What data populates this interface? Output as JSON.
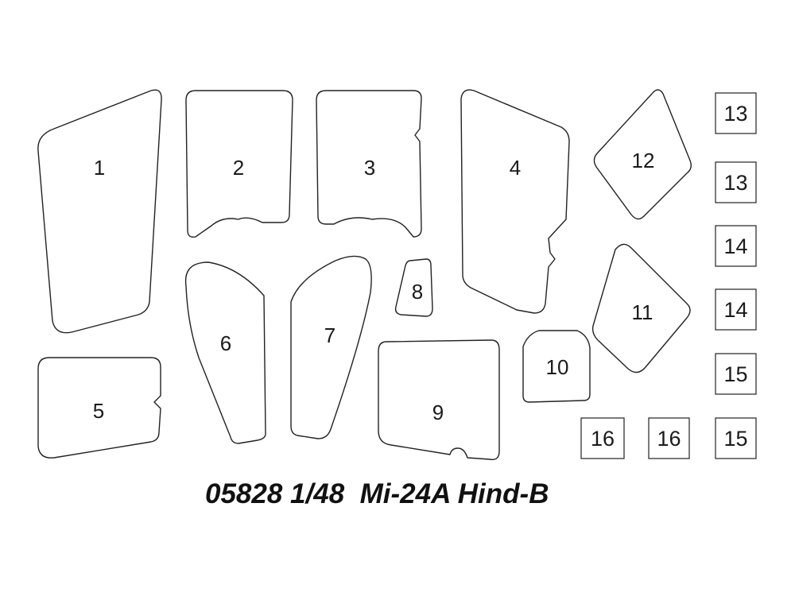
{
  "sheet": {
    "caption": "05828 1/48  Mi-24A Hind-B",
    "parts": [
      {
        "id": "part-1",
        "label": "1"
      },
      {
        "id": "part-2",
        "label": "2"
      },
      {
        "id": "part-3",
        "label": "3"
      },
      {
        "id": "part-4",
        "label": "4"
      },
      {
        "id": "part-5",
        "label": "5"
      },
      {
        "id": "part-6",
        "label": "6"
      },
      {
        "id": "part-7",
        "label": "7"
      },
      {
        "id": "part-8",
        "label": "8"
      },
      {
        "id": "part-9",
        "label": "9"
      },
      {
        "id": "part-10",
        "label": "10"
      },
      {
        "id": "part-11",
        "label": "11"
      },
      {
        "id": "part-12",
        "label": "12"
      }
    ],
    "boxes": [
      {
        "label": "13"
      },
      {
        "label": "13"
      },
      {
        "label": "14"
      },
      {
        "label": "14"
      },
      {
        "label": "15"
      },
      {
        "label": "15"
      },
      {
        "label": "16"
      },
      {
        "label": "16"
      }
    ]
  }
}
